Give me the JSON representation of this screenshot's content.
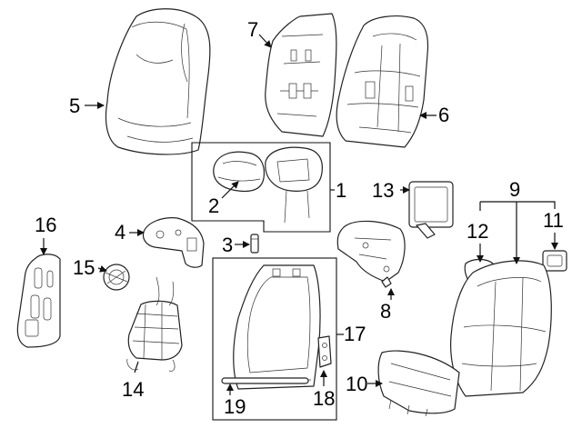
{
  "callouts": [
    {
      "id": "1",
      "label": "1"
    },
    {
      "id": "2",
      "label": "2"
    },
    {
      "id": "3",
      "label": "3"
    },
    {
      "id": "4",
      "label": "4"
    },
    {
      "id": "5",
      "label": "5"
    },
    {
      "id": "6",
      "label": "6"
    },
    {
      "id": "7",
      "label": "7"
    },
    {
      "id": "8",
      "label": "8"
    },
    {
      "id": "9",
      "label": "9"
    },
    {
      "id": "10",
      "label": "10"
    },
    {
      "id": "11",
      "label": "11"
    },
    {
      "id": "12",
      "label": "12"
    },
    {
      "id": "13",
      "label": "13"
    },
    {
      "id": "14",
      "label": "14"
    },
    {
      "id": "15",
      "label": "15"
    },
    {
      "id": "16",
      "label": "16"
    },
    {
      "id": "17",
      "label": "17"
    },
    {
      "id": "18",
      "label": "18"
    },
    {
      "id": "19",
      "label": "19"
    }
  ],
  "style": {
    "line_color": "#111111",
    "background": "#ffffff"
  }
}
